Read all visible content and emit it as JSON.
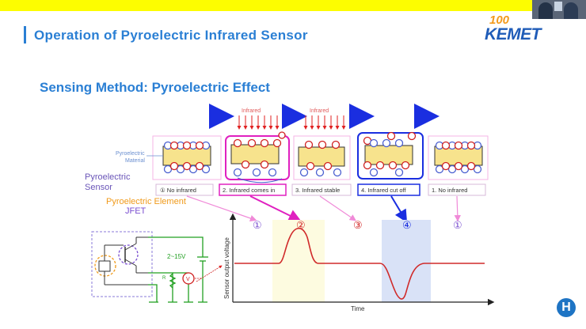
{
  "slide": {
    "title": "Operation of Pyroelectric Infrared Sensor",
    "subtitle": "Sensing Method: Pyroelectric Effect"
  },
  "logo": {
    "number": "100",
    "brand": "KEMET"
  },
  "diagram": {
    "infrared_label_1": "Infrared",
    "infrared_label_2": "Infrared",
    "material_label_1": "Pyroelectric",
    "material_label_2": "Material",
    "sensor_label_1": "Pyroelectric",
    "sensor_label_2": "Sensor",
    "element_label": "Pyroelectric Element",
    "jfet_label": "JFET",
    "voltage_label": "2~15V",
    "resistor_label": "R",
    "meter_label": "V",
    "states": [
      "① No infrared",
      "2. Infrared comes in",
      "3. Infrared stable",
      "4. Infrared cut off",
      "1. No infrared"
    ],
    "marks": [
      "①",
      "②",
      "③",
      "④",
      "①"
    ]
  },
  "chart": {
    "ylabel": "Sensor output voltage",
    "xlabel": "Time"
  },
  "colors": {
    "title": "#2a7fd4",
    "magenta": "#e020c0",
    "blue_arrow": "#1a2ee0",
    "red": "#e02020",
    "signal": "#d02a2a",
    "highlight_yellow": "#fdfbe0",
    "highlight_blue": "#d9e2f7",
    "topbar": "#fdfd00"
  },
  "controls": {
    "fab_icon": "H"
  }
}
